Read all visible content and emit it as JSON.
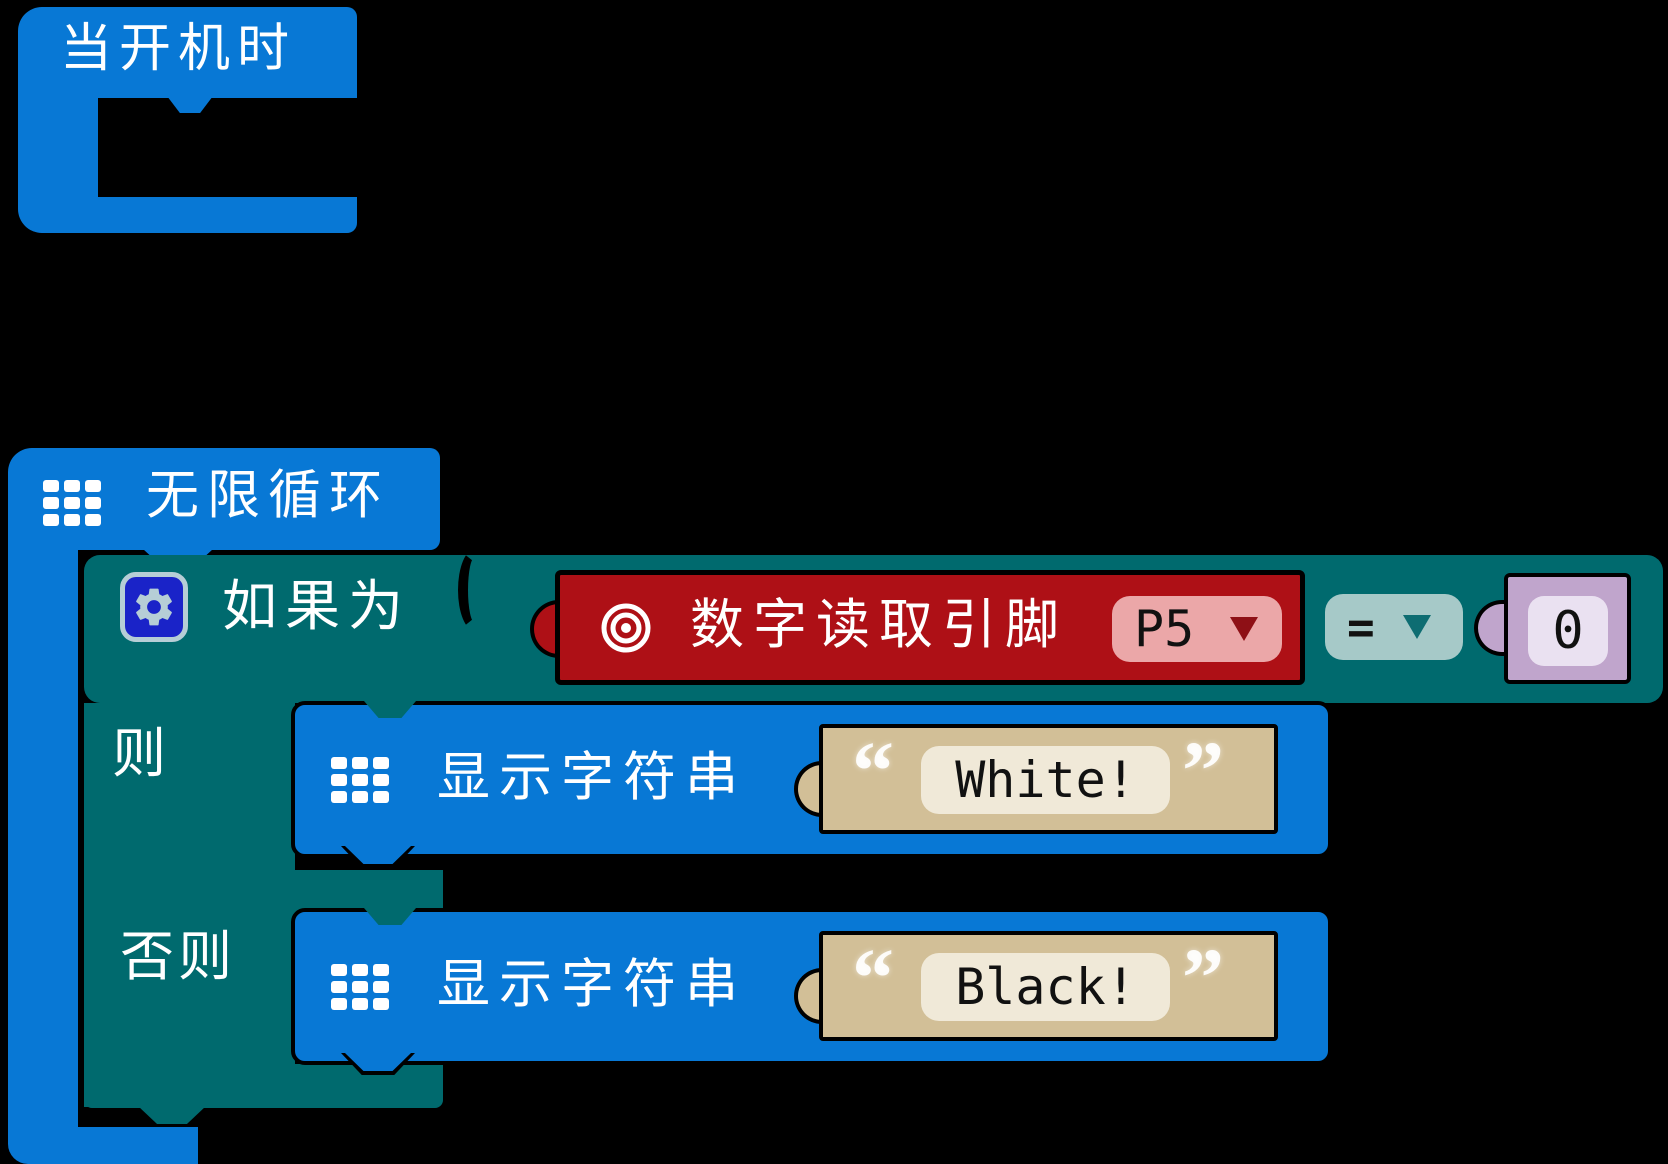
{
  "app": {
    "kind": "block-editor-canvas"
  },
  "colors": {
    "background": "#000000",
    "basic_blue": "#0878d5",
    "logic_teal": "#006a6e",
    "pin_red": "#ae1016",
    "pin_dropdown_pink": "#eba7a8",
    "operator_dropdown_teal": "#a6c9c8",
    "number_lavender": "#c0a5cc",
    "number_field_light": "#eae1f1",
    "string_tan": "#d2bf97",
    "string_field_light": "#f0e9d8",
    "gear_plate_blue": "#1a23c8",
    "gear_glyph_gray": "#b6ced6"
  },
  "on_start": {
    "label": "当开机时"
  },
  "forever": {
    "label": "无限循环"
  },
  "if_block": {
    "if_label": "如果为",
    "then_label": "则",
    "else_label": "否则"
  },
  "condition": {
    "read_label": "数字读取引脚",
    "pin_value": "P5",
    "operator_value": "=",
    "compare_value": "0"
  },
  "show_string_then": {
    "label": "显示字符串",
    "value": "White!"
  },
  "show_string_else": {
    "label": "显示字符串",
    "value": "Black!"
  },
  "quotes": {
    "open": "“",
    "close": "”"
  }
}
